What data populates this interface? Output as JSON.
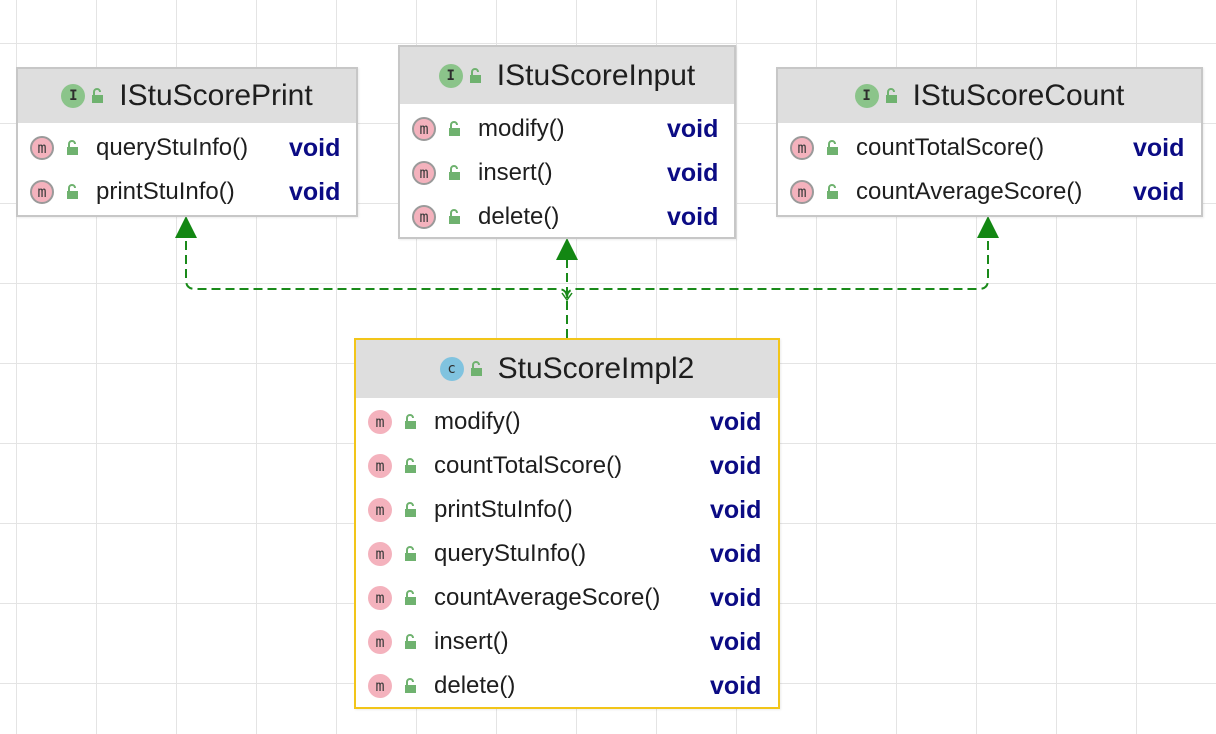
{
  "interfaces": [
    {
      "name": "IStuScorePrint",
      "kind_glyph": "I",
      "methods": [
        {
          "name": "queryStuInfo()",
          "type": "void",
          "glyph": "m"
        },
        {
          "name": "printStuInfo()",
          "type": "void",
          "glyph": "m"
        }
      ]
    },
    {
      "name": "IStuScoreInput",
      "kind_glyph": "I",
      "methods": [
        {
          "name": "modify()",
          "type": "void",
          "glyph": "m"
        },
        {
          "name": "insert()",
          "type": "void",
          "glyph": "m"
        },
        {
          "name": "delete()",
          "type": "void",
          "glyph": "m"
        }
      ]
    },
    {
      "name": "IStuScoreCount",
      "kind_glyph": "I",
      "methods": [
        {
          "name": "countTotalScore()",
          "type": "void",
          "glyph": "m"
        },
        {
          "name": "countAverageScore()",
          "type": "void",
          "glyph": "m"
        }
      ]
    }
  ],
  "impl": {
    "name": "StuScoreImpl2",
    "kind_glyph": "c",
    "methods": [
      {
        "name": "modify()",
        "type": "void",
        "glyph": "m"
      },
      {
        "name": "countTotalScore()",
        "type": "void",
        "glyph": "m"
      },
      {
        "name": "printStuInfo()",
        "type": "void",
        "glyph": "m"
      },
      {
        "name": "queryStuInfo()",
        "type": "void",
        "glyph": "m"
      },
      {
        "name": "countAverageScore()",
        "type": "void",
        "glyph": "m"
      },
      {
        "name": "insert()",
        "type": "void",
        "glyph": "m"
      },
      {
        "name": "delete()",
        "type": "void",
        "glyph": "m"
      }
    ]
  },
  "colors": {
    "interface_badge": "#8bc48a",
    "class_badge": "#80c3df",
    "method_badge": "#f4b2bd",
    "return_type": "#0b0b84",
    "realization_edge": "#1a8a1a",
    "selection_border": "#f2c519"
  },
  "icons": {
    "visibility": "open-lock-icon",
    "edge_head": "hollow-triangle-arrow-icon"
  }
}
